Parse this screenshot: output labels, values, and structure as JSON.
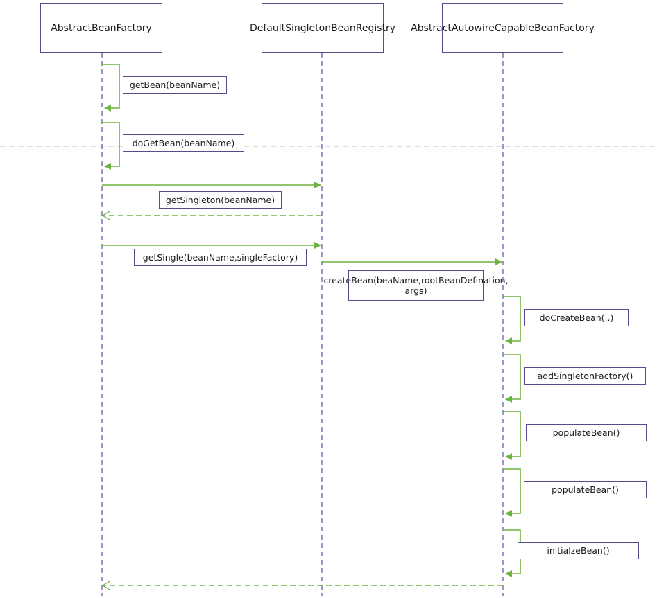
{
  "colors": {
    "lifeline": "#6a5aa8",
    "message": "#6db33f",
    "border": "#5a4a8c",
    "separator": "#bdbdbd"
  },
  "participants": [
    {
      "id": "abf",
      "label": "AbstractBeanFactory"
    },
    {
      "id": "dsbr",
      "label": "DefaultSingletonBeanRegistry"
    },
    {
      "id": "aacbf",
      "label": "AbstractAutowireCapableBeanFactory"
    }
  ],
  "messages": [
    {
      "kind": "self",
      "on": "abf",
      "label": "getBean(beanName)"
    },
    {
      "kind": "self",
      "on": "abf",
      "label": "doGetBean(beanName)"
    },
    {
      "kind": "call",
      "from": "abf",
      "to": "dsbr",
      "label": ""
    },
    {
      "kind": "return",
      "from": "dsbr",
      "to": "abf",
      "label": "getSingleton(beanName)"
    },
    {
      "kind": "call",
      "from": "abf",
      "to": "dsbr",
      "label": "getSingle(beanName,singleFactory)"
    },
    {
      "kind": "call",
      "from": "dsbr",
      "to": "aacbf",
      "label": "createBean(beaName,rootBeanDefination, args)"
    },
    {
      "kind": "self",
      "on": "aacbf",
      "label": "doCreateBean(..)"
    },
    {
      "kind": "self",
      "on": "aacbf",
      "label": "addSingletonFactory()"
    },
    {
      "kind": "self",
      "on": "aacbf",
      "label": "populateBean()"
    },
    {
      "kind": "self",
      "on": "aacbf",
      "label": "populateBean()"
    },
    {
      "kind": "self",
      "on": "aacbf",
      "label": "initialzeBean()"
    },
    {
      "kind": "return",
      "from": "aacbf",
      "to": "abf",
      "label": ""
    }
  ]
}
